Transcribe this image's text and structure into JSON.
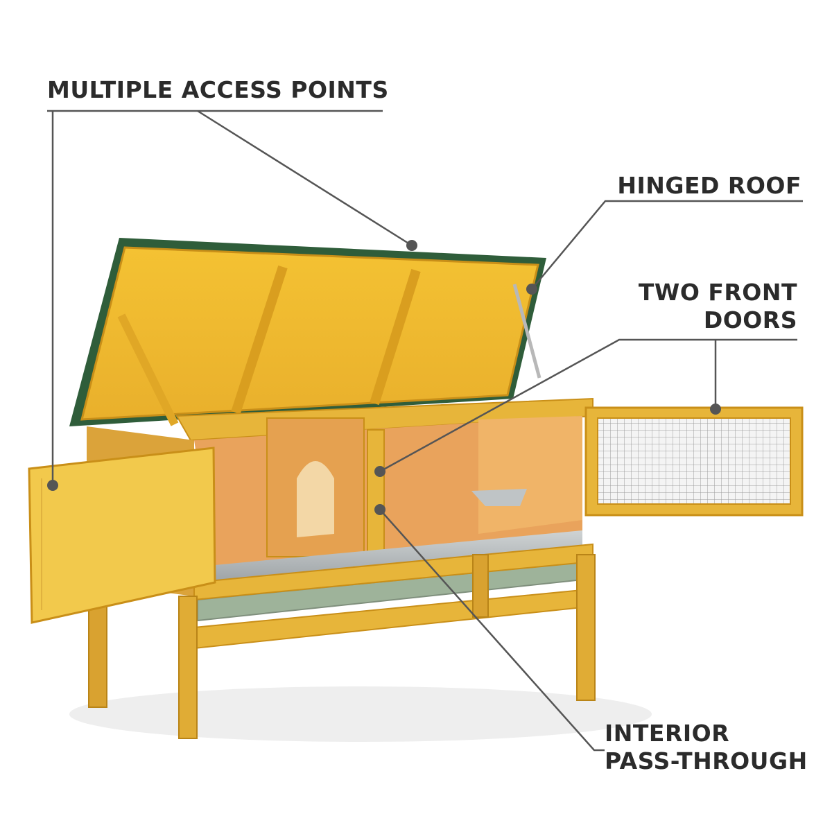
{
  "callouts": {
    "multiple_access": "MULTIPLE ACCESS POINTS",
    "hinged_roof": "HINGED ROOF",
    "two_front_doors_line1": "TWO FRONT",
    "two_front_doors_line2": "DOORS",
    "interior_line1": "INTERIOR",
    "interior_line2": "PASS-THROUGH"
  },
  "colors": {
    "wood": "#e7b53a",
    "wood_light": "#f2c94c",
    "interior": "#e9a35c",
    "roof": "#2f5d3a",
    "leader": "#555555",
    "text": "#2b2b2b"
  }
}
